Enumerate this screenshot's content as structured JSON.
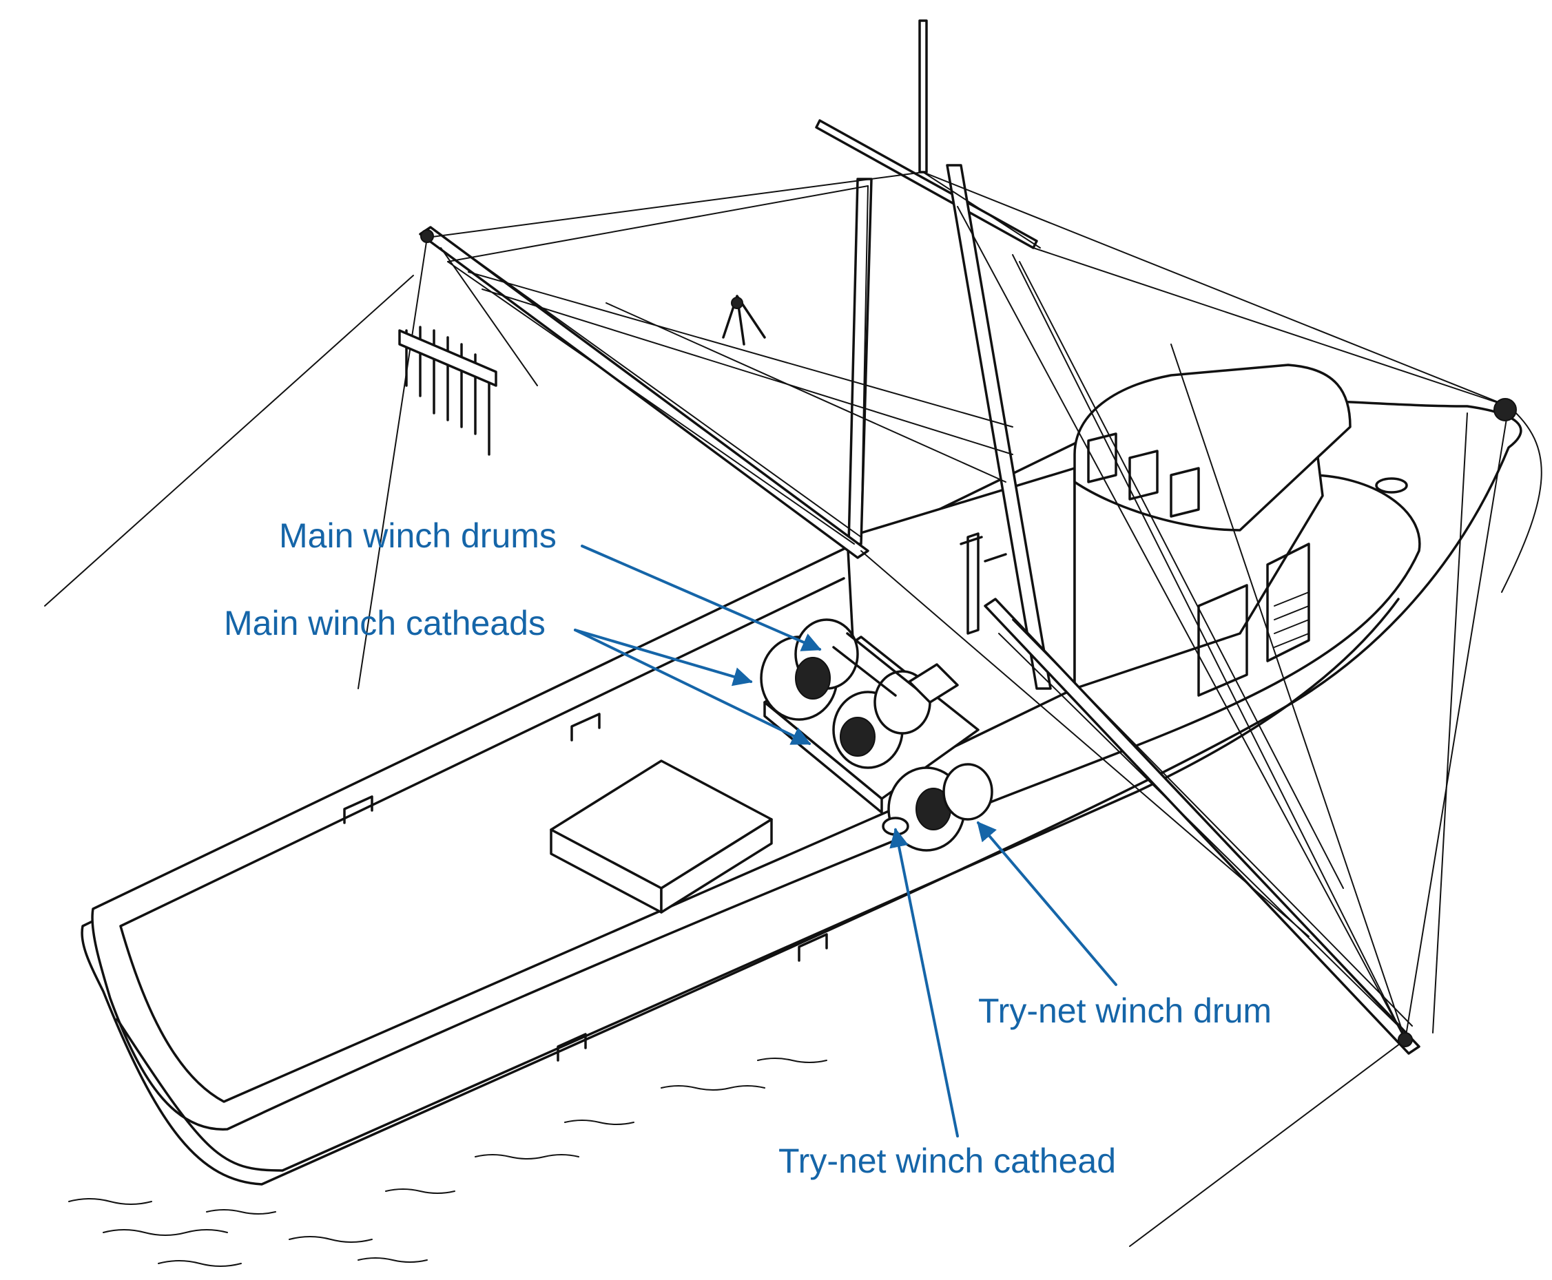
{
  "labels": {
    "main_winch_drums": "Main winch drums",
    "main_winch_catheads": "Main winch catheads",
    "try_net_winch_drum": "Try-net winch drum",
    "try_net_winch_cathead": "Try-net winch cathead"
  },
  "colors": {
    "label": "#1565a8",
    "line_art": "#111111",
    "background": "#ffffff"
  }
}
